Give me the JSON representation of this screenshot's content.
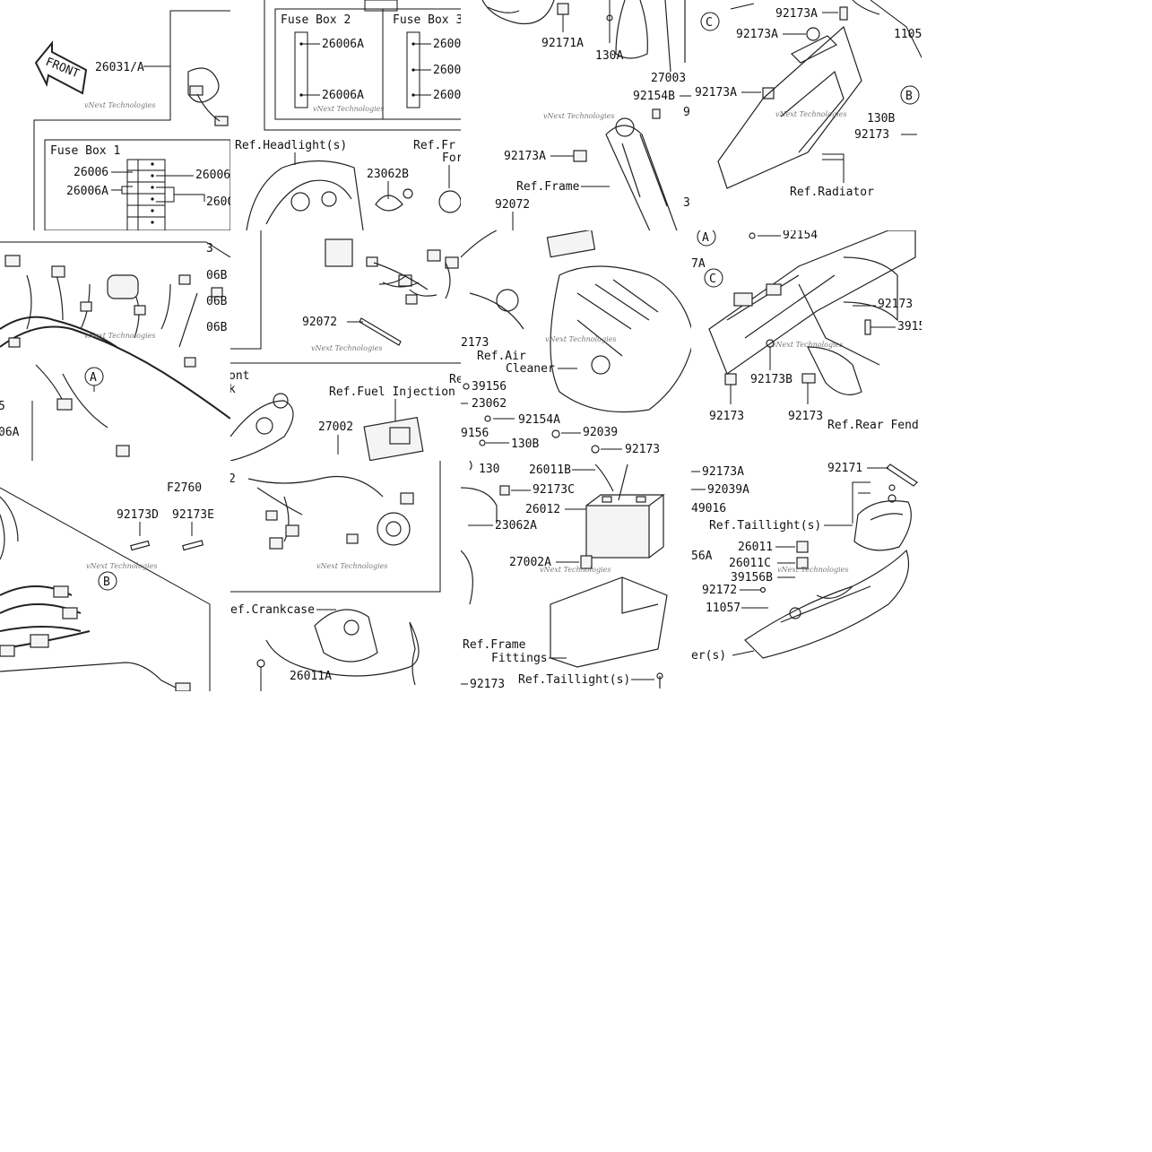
{
  "diagram_code": "F2760",
  "watermark": "vNext Technologies",
  "front_arrow": "FRONT",
  "fuse_boxes": {
    "box1": {
      "title": "Fuse Box 1",
      "parts": [
        "26006",
        "26006A",
        "26006",
        "2600"
      ]
    },
    "box2": {
      "title": "Fuse Box 2",
      "parts": [
        "26006A",
        "26006A"
      ]
    },
    "box3": {
      "title": "Fuse Box 3",
      "parts": [
        "2600",
        "2600",
        "2600"
      ]
    }
  },
  "refs": {
    "headlight": "Ref.Headlight(s)",
    "front_fork": "Ref.Fr",
    "front_fork2": "For",
    "frame": "Ref.Frame",
    "radiator": "Ref.Radiator",
    "air": "Ref.Air",
    "cleaner": "Cleaner",
    "fuel_injection": "Ref.Fuel Injection",
    "rear_fender": "Ref.Rear Fend",
    "taillight": "Ref.Taillight(s)",
    "crankcase": "ef.Crankcase",
    "frame_fittings_1": "Ref.Frame",
    "frame_fittings_2": "Fittings",
    "taillight2": "Ref.Taillight(s)",
    "front_fork_left_1": "ont",
    "front_fork_left_2": "rk",
    "re": "Re",
    "fender_tail": "er(s)"
  },
  "callouts": {
    "c1": "A",
    "c2": "B",
    "c3": "C",
    "c4": "A",
    "c5": "C",
    "c6": "B"
  },
  "parts": {
    "p26031A": "26031/A",
    "p92171A": "92171A",
    "p130A": "130A",
    "p27003": "27003",
    "p92154B": "92154B",
    "p9": "9",
    "p92173A_1": "92173A",
    "p92173A_2": "92173A",
    "p92173A_3": "92173A",
    "p1105": "1105",
    "p130B_1": "130B",
    "p92173_r": "92173",
    "p23062B": "23062B",
    "p92072_1": "92072",
    "p92072_2": "92072",
    "p92173A_4": "92173A",
    "p3": "3",
    "p06B_1": "06B",
    "p06B_2": "06B",
    "p06B_3": "06B",
    "p92154": "92154",
    "p7A": "7A",
    "p92173_2": "92173",
    "p3915": "3915",
    "p92173B": "92173B",
    "p92173_3": "92173",
    "p92173_4": "92173",
    "p2173": "2173",
    "p39156": "39156",
    "p23062": "23062",
    "p92154A": "92154A",
    "p9156": "9156",
    "p130B_2": "130B",
    "p130": "130",
    "p92039": "92039",
    "p92173_5": "92173",
    "p26011B": "26011B",
    "p92173C": "92173C",
    "p26012": "26012",
    "p23062A": "23062A",
    "p27002A": "27002A",
    "p27002": "27002",
    "p92173A_5": "92173A",
    "p92039A": "92039A",
    "p49016": "49016",
    "p56A": "56A",
    "p92171": "92171",
    "p26011": "26011",
    "p26011C": "26011C",
    "p39156B": "39156B",
    "p92172": "92172",
    "p11057": "11057",
    "p92173D": "92173D",
    "p92173E": "92173E",
    "p26011A": "26011A",
    "p92173_6": "92173",
    "p06A": "06A",
    "p5": "5",
    "p2": "2",
    "p3_2": "3"
  }
}
